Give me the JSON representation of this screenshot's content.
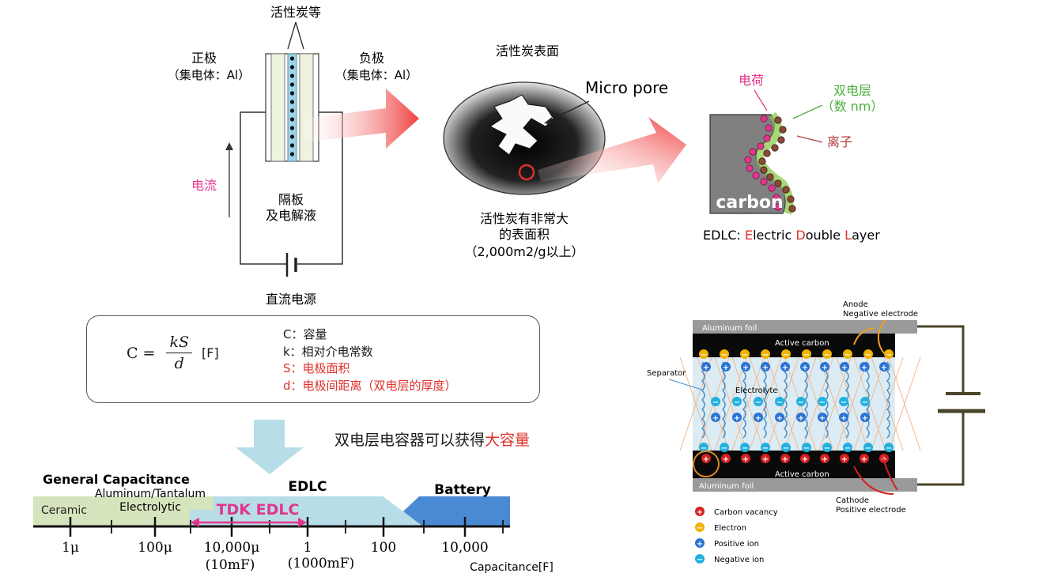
{
  "cell": {
    "top_label": "活性炭等",
    "positive_title": "正极",
    "positive_sub": "（集电体：Al）",
    "negative_title": "负极",
    "negative_sub": "（集电体：Al）",
    "current_label": "电流",
    "separator_l1": "隔板",
    "separator_l2": "及电解液",
    "power_label": "直流电源"
  },
  "surface": {
    "title": "活性炭表面",
    "micropore": "Micro pore",
    "desc_l1": "活性炭有非常大",
    "desc_l2": "的表面积",
    "desc_l3": "（2,000m2/g以上）"
  },
  "edl": {
    "charge": "电荷",
    "double_layer_l1": "双电层",
    "double_layer_l2": "（数 nm）",
    "ion": "离子",
    "carbon": "carbon",
    "caption_prefix": "EDLC: ",
    "caption_E": "E",
    "caption_1": "lectric ",
    "caption_D": "D",
    "caption_2": "ouble ",
    "caption_L": "L",
    "caption_3": "ayer"
  },
  "formula": {
    "lhs": "C",
    "eq": "=",
    "numerator": "kS",
    "denominator": "d",
    "unit": "[F]",
    "def_c": "C：容量",
    "def_k": "k：相对介电常数",
    "def_s": "S：电极面积",
    "def_d": "d：电极间距离（双电层的厚度）"
  },
  "conclusion": {
    "prefix": "双电层电容器可以获得",
    "highlight": "大容量"
  },
  "scale": {
    "general": "General Capacitance",
    "ceramic": "Ceramic",
    "alu_l1": "Aluminum/Tantalum",
    "alu_l2": "Electrolytic",
    "edlc": "EDLC",
    "battery": "Battery",
    "tdk": "TDK EDLC",
    "tick_1u": "1μ",
    "tick_100u": "100μ",
    "tick_10000u": "10,000μ",
    "tick_10000u_sub": "(10mF)",
    "tick_1": "1",
    "tick_1_sub": "(1000mF)",
    "tick_100": "100",
    "tick_10000": "10,000",
    "axis": "Capacitance[F]"
  },
  "device": {
    "anode_l1": "Anode",
    "anode_l2": "Negative electrode",
    "foil_top": "Aluminum foil",
    "ac_top": "Active carbon",
    "separator": "Separator",
    "electrolyte": "Electrolyte",
    "ac_bottom": "Active carbon",
    "foil_bottom": "Aluminum foil",
    "cathode_l1": "Cathode",
    "cathode_l2": "Positive electrode",
    "legend_vacancy": "Carbon vacancy",
    "legend_electron": "Electron",
    "legend_pos": "Positive ion",
    "legend_neg": "Negative ion"
  },
  "colors": {
    "pink": "#e0368a",
    "red": "#e0302a",
    "green": "#6cc24a",
    "light_blue": "#add8e6",
    "battery_blue": "#4a8ad4",
    "general_green": "#d6e4bd"
  }
}
